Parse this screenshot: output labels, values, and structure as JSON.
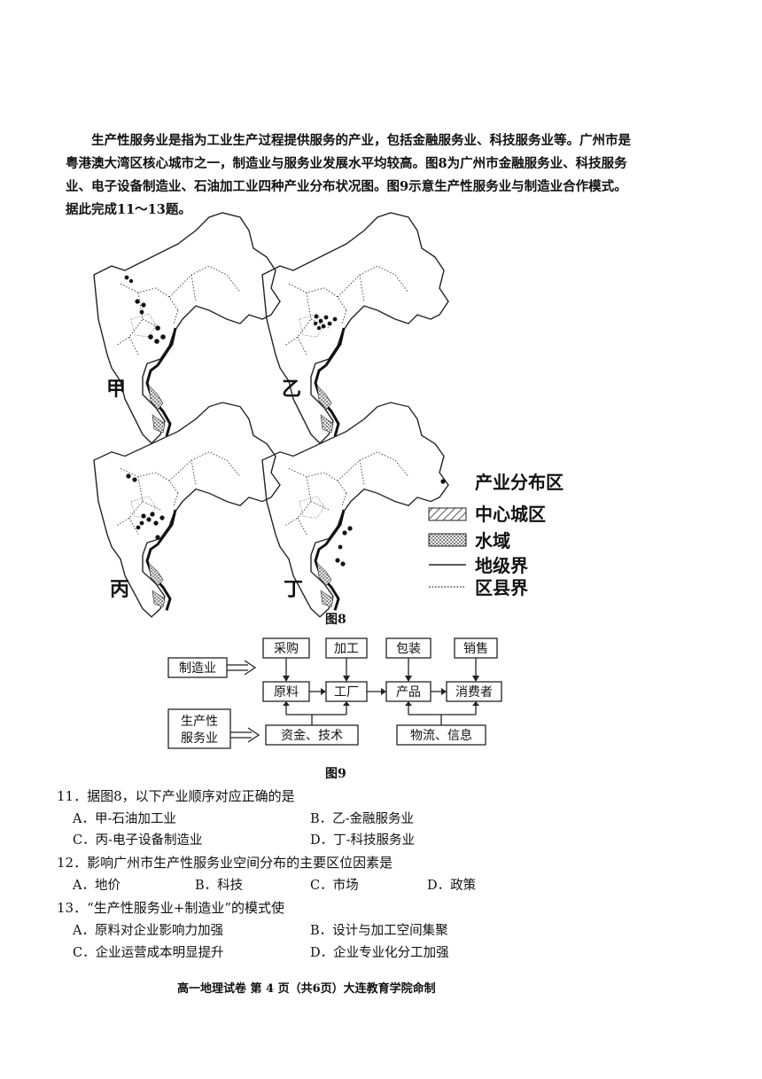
{
  "intro": "生产性服务业是指为工业生产过程提供服务的产业，包括金融服务业、科技服务业等。广州市是粤港澳大湾区核心城市之一，制造业与服务业发展水平均较高。图8为广州市金融服务业、科技服务业、电子设备制造业、石油加工业四种产业分布状况图。图9示意生产性服务业与制造业合作模式。据此完成11～13题。",
  "figure8": {
    "caption": "图8",
    "maps": [
      "甲",
      "乙",
      "丙",
      "丁"
    ],
    "legend": {
      "industry": "产业分布区",
      "center": "中心城区",
      "water": "水域",
      "prefecture": "地级界",
      "county": "区县界"
    }
  },
  "figure9": {
    "caption": "图9",
    "manufacturing": "制造业",
    "service": "生产性服务业",
    "service_line1": "生产性",
    "service_line2": "服务业",
    "top": [
      "采购",
      "加工",
      "包装",
      "销售"
    ],
    "mid": [
      "原料",
      "工厂",
      "产品",
      "消费者"
    ],
    "bottom": [
      "资金、技术",
      "物流、信息"
    ]
  },
  "questions": [
    {
      "stem": "11．据图8，以下产业顺序对应正确的是",
      "options": [
        "A．甲-石油加工业",
        "B．乙-金融服务业",
        "C．丙-电子设备制造业",
        "D．丁-科技服务业"
      ]
    },
    {
      "stem": "12．影响广州市生产性服务业空间分布的主要区位因素是",
      "options": [
        "A．地价",
        "B．科技",
        "C．市场",
        "D．政策"
      ]
    },
    {
      "stem": "13．“生产性服务业+制造业”的模式使",
      "options": [
        "A．原料对企业影响力加强",
        "B．设计与加工空间集聚",
        "C．企业运营成本明显提升",
        "D．企业专业化分工加强"
      ]
    }
  ],
  "footer": "高一地理试卷 第 4 页（共6页）大连教育学院命制"
}
